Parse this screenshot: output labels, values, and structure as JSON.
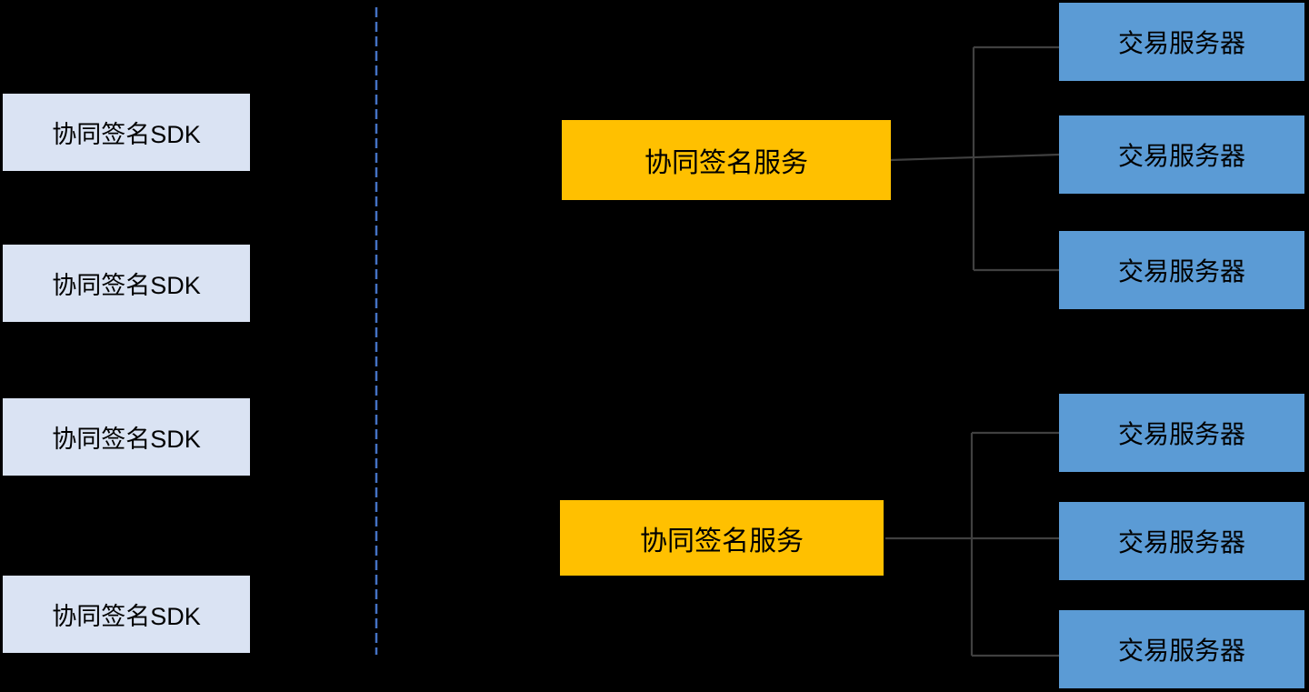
{
  "diagram": {
    "background_color": "#000000",
    "text_color": "#000000",
    "connector_color": "#404040",
    "divider": {
      "color": "#4472C4",
      "style": "dashed"
    },
    "sdk_column": {
      "box_fill": "#DAE3F3",
      "boxes": [
        {
          "label": "协同签名SDK"
        },
        {
          "label": "协同签名SDK"
        },
        {
          "label": "协同签名SDK"
        },
        {
          "label": "协同签名SDK"
        }
      ]
    },
    "service_fill": "#FFC000",
    "server_fill": "#5B9BD5",
    "service_groups": [
      {
        "service": {
          "label": "协同签名服务"
        },
        "servers": [
          {
            "label": "交易服务器"
          },
          {
            "label": "交易服务器"
          },
          {
            "label": "交易服务器"
          }
        ]
      },
      {
        "service": {
          "label": "协同签名服务"
        },
        "servers": [
          {
            "label": "交易服务器"
          },
          {
            "label": "交易服务器"
          },
          {
            "label": "交易服务器"
          }
        ]
      }
    ]
  }
}
